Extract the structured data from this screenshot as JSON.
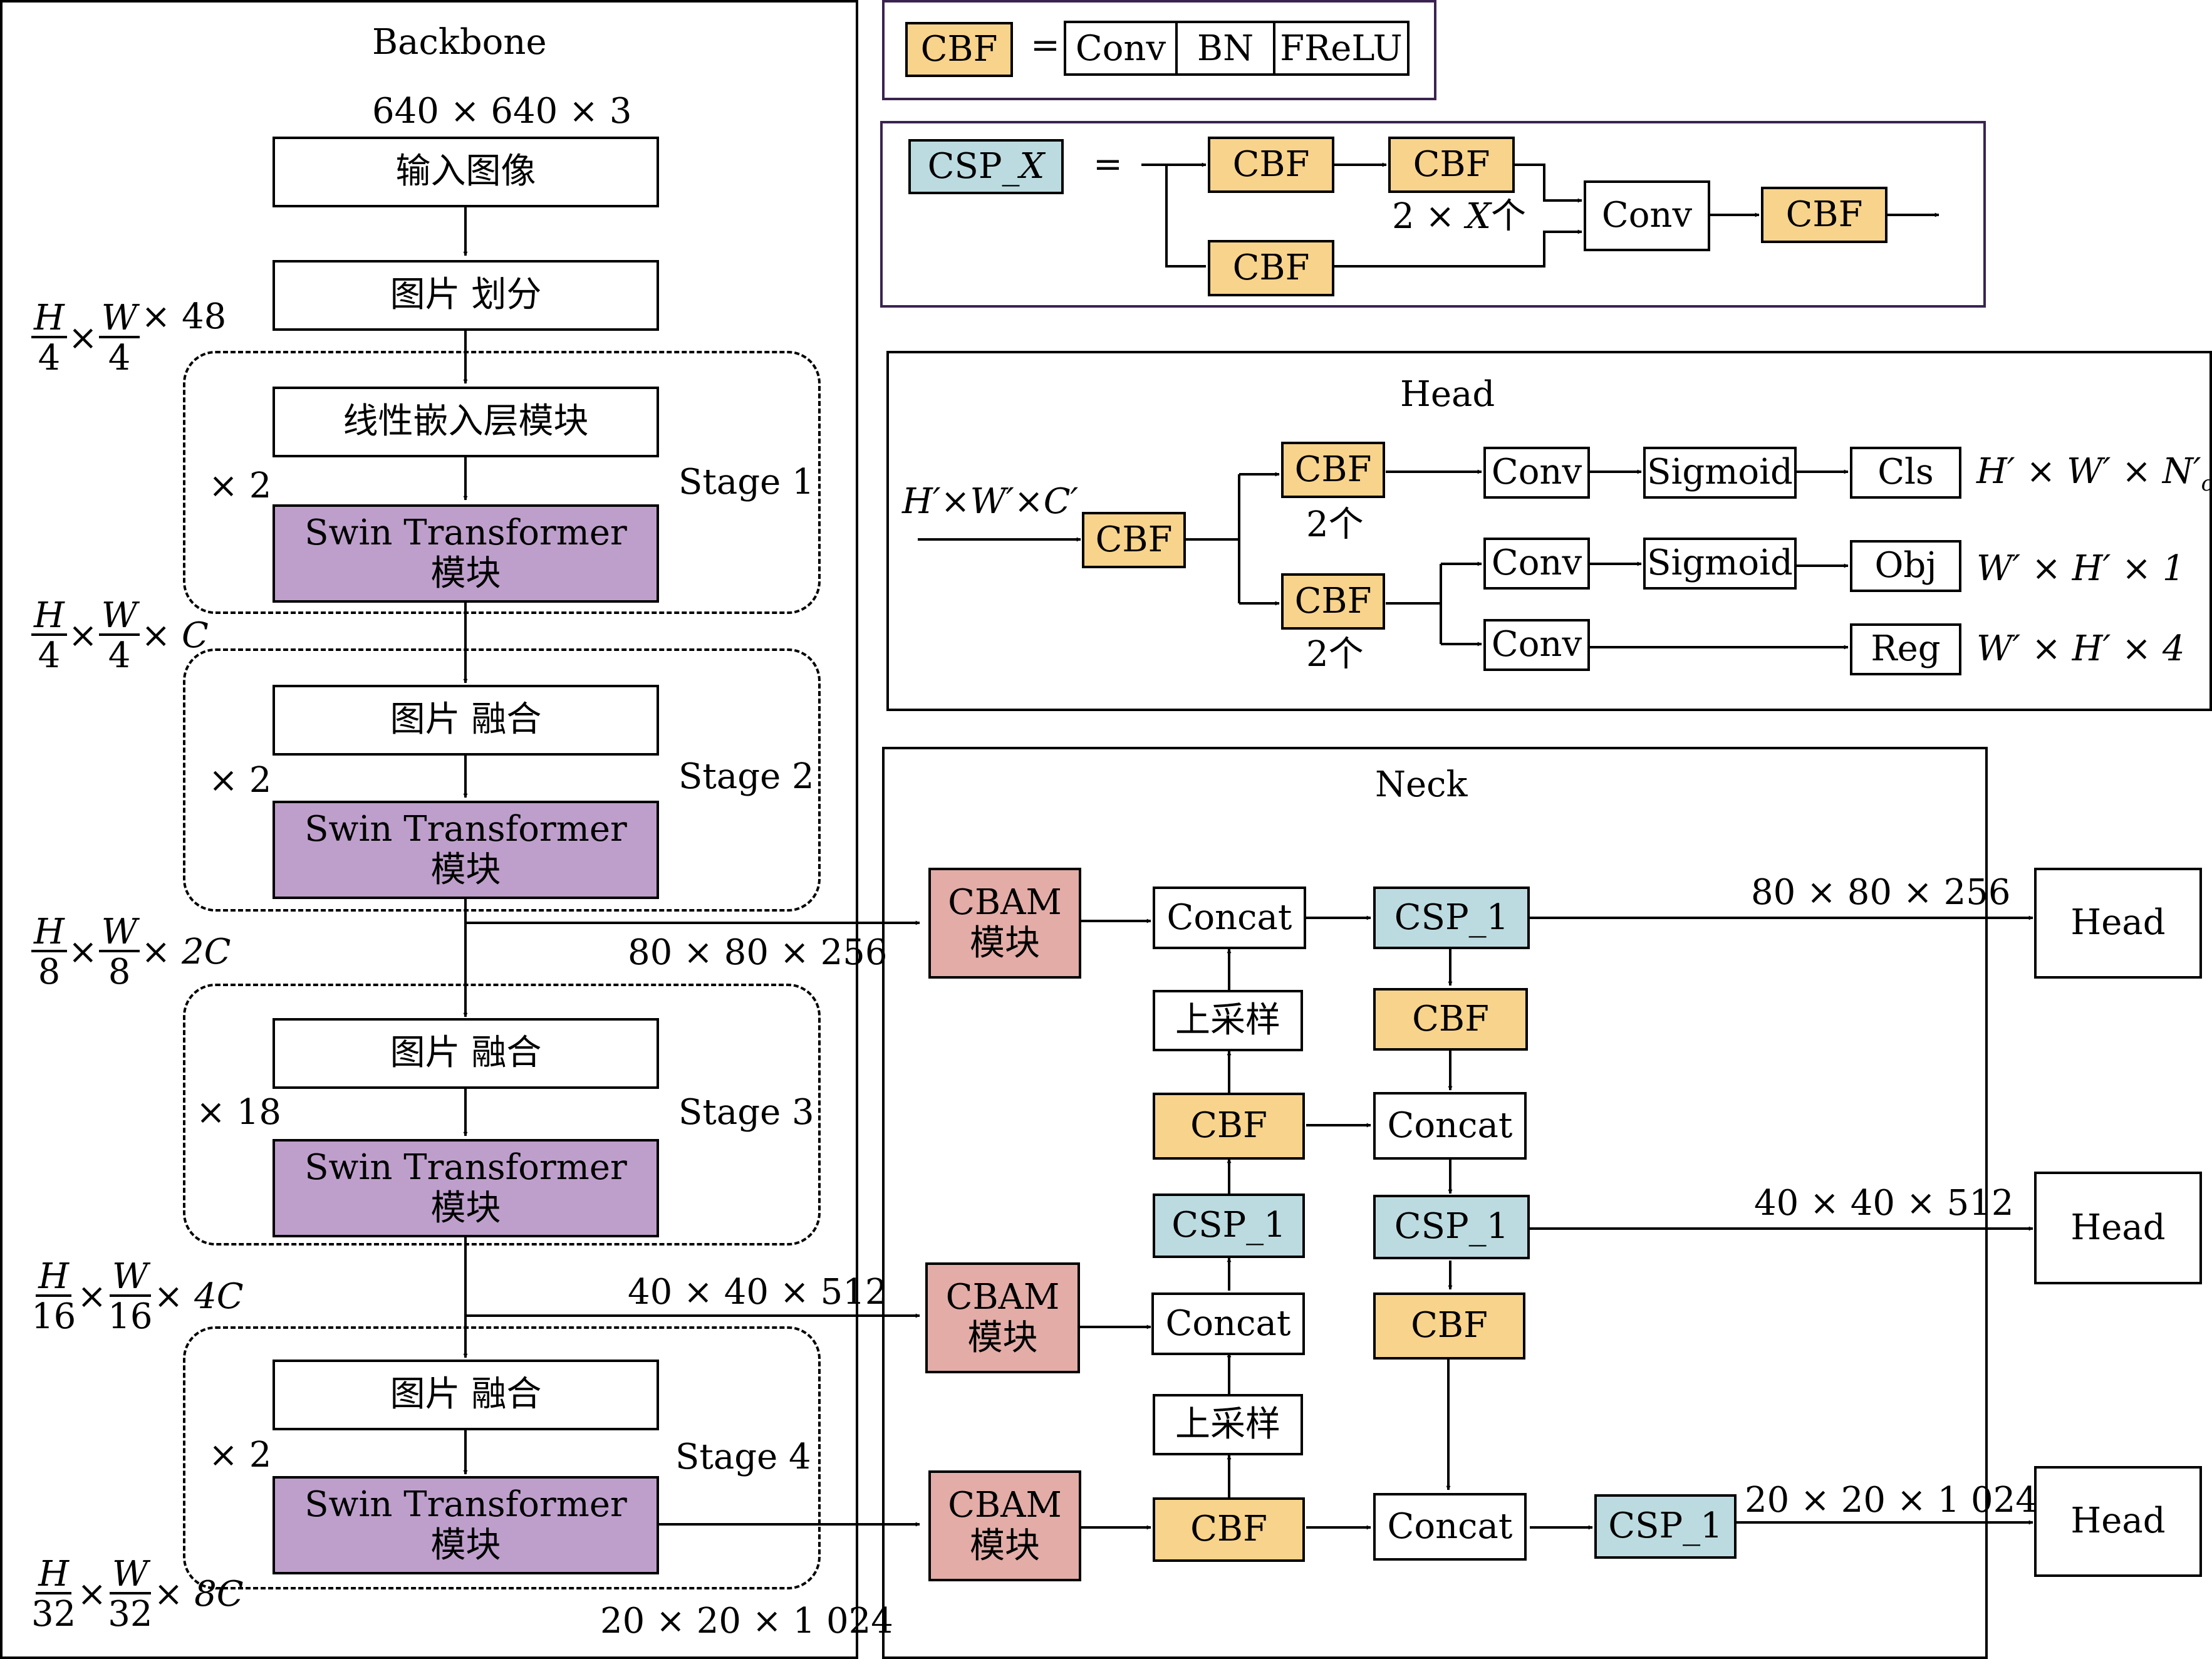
{
  "backbone": {
    "title": "Backbone",
    "input_size": "640 × 640 × 3",
    "input_image": "输入图像",
    "patch_partition": "图片 划分",
    "linear_embedding": "线性嵌入层模块",
    "swin_block_line1": "Swin Transformer",
    "swin_block_line2": "模块",
    "patch_merging": "图片 融合",
    "stages": [
      {
        "label": "Stage 1",
        "repeat": "× 2"
      },
      {
        "label": "Stage 2",
        "repeat": "× 2"
      },
      {
        "label": "Stage 3",
        "repeat": "× 18"
      },
      {
        "label": "Stage 4",
        "repeat": "× 2"
      }
    ],
    "dims": [
      {
        "num_h": "H",
        "den_h": "4",
        "num_w": "W",
        "den_w": "4",
        "tail": "× 48"
      },
      {
        "num_h": "H",
        "den_h": "4",
        "num_w": "W",
        "den_w": "4",
        "tail": "× C"
      },
      {
        "num_h": "H",
        "den_h": "8",
        "num_w": "W",
        "den_w": "8",
        "tail": "× 2C"
      },
      {
        "num_h": "H",
        "den_h": "16",
        "num_w": "W",
        "den_w": "16",
        "tail": "× 4C"
      },
      {
        "num_h": "H",
        "den_h": "32",
        "num_w": "W",
        "den_w": "32",
        "tail": "× 8C"
      }
    ],
    "times": "×",
    "out_sizes": [
      "80 × 80 × 256",
      "40 × 40 × 512",
      "20 × 20 × 1 024"
    ]
  },
  "legend": {
    "cbf": "CBF",
    "eq": "=",
    "conv": "Conv",
    "bn": "BN",
    "frelu": "FReLU",
    "csp_x_prefix": "CSP_",
    "csp_x_var": "X",
    "repeat_note_prefix": "2 × ",
    "repeat_note_var": "X",
    "repeat_note_suffix": "个"
  },
  "head": {
    "title": "Head",
    "input_h": "H′",
    "input_w": "W′",
    "input_c": "C′",
    "times": "×",
    "cbf": "CBF",
    "two": "2个",
    "conv": "Conv",
    "sigmoid": "Sigmoid",
    "cls": "Cls",
    "obj": "Obj",
    "reg": "Reg",
    "cls_out_main": "H′ × W′ × N′",
    "cls_out_sub": "cls",
    "obj_out": "W′ × H′ × 1",
    "reg_out": "W′ × H′ × 4"
  },
  "neck": {
    "title": "Neck",
    "cbam_line1": "CBAM",
    "cbam_line2": "模块",
    "concat": "Concat",
    "csp1": "CSP_1",
    "cbf": "CBF",
    "upsample": "上采样",
    "head": "Head",
    "out_sizes": [
      "80 × 80 × 256",
      "40 × 40 × 512",
      "20 × 20 × 1 024"
    ]
  },
  "colors": {
    "cbf": "#f8d38b",
    "csp": "#bcdbe0",
    "cbam": "#e3aca7",
    "swin": "#be9fcb"
  }
}
